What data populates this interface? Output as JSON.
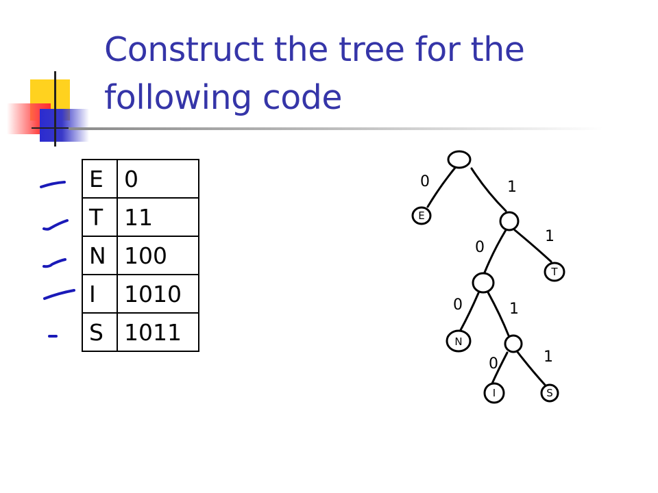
{
  "slide": {
    "title_lines": [
      "Construct the tree for the",
      "following code"
    ]
  },
  "code_table": {
    "rows": [
      {
        "symbol": "E",
        "code": "0"
      },
      {
        "symbol": "T",
        "code": "11"
      },
      {
        "symbol": "N",
        "code": "100"
      },
      {
        "symbol": "I",
        "code": "1010"
      },
      {
        "symbol": "S",
        "code": "1011"
      }
    ]
  },
  "tree": {
    "edges": [
      {
        "from": "root",
        "to": "E",
        "label": "0"
      },
      {
        "from": "root",
        "to": "n1",
        "label": "1"
      },
      {
        "from": "n1",
        "to": "n10",
        "label": "0"
      },
      {
        "from": "n1",
        "to": "T",
        "label": "1"
      },
      {
        "from": "n10",
        "to": "N",
        "label": "0"
      },
      {
        "from": "n10",
        "to": "n101",
        "label": "1"
      },
      {
        "from": "n101",
        "to": "I",
        "label": "0"
      },
      {
        "from": "n101",
        "to": "S",
        "label": "1"
      }
    ],
    "leaf_letters": {
      "E": "E",
      "T": "T",
      "N": "N",
      "I": "I",
      "S": "S"
    }
  },
  "colors": {
    "title": "#3535a8",
    "ink": "#000000",
    "annotation": "#1a1ab8"
  }
}
